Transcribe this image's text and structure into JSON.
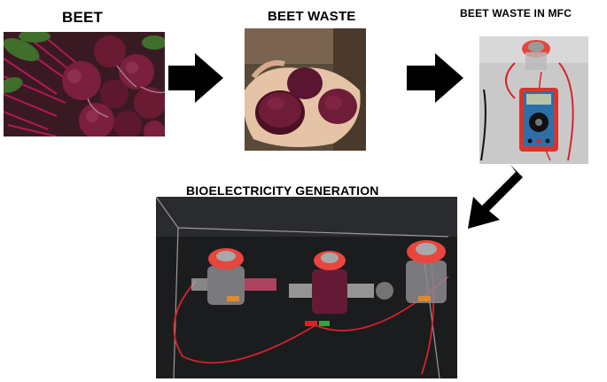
{
  "labels": {
    "beet": "BEET",
    "beet_waste": "BEET WASTE",
    "beet_waste_mfc": "BEET WASTE IN MFC",
    "bioelectricity": "BIOELECTRICITY GENERATION"
  },
  "colors": {
    "beet": "#7a1f3d",
    "beet_dark": "#4a1024",
    "stem": "#c2185b",
    "leaf": "#3f6f2a",
    "cap_red": "#e8453c",
    "wire_red": "#d8232a",
    "multimeter_red": "#d9342b",
    "multimeter_face": "#2d6fa8",
    "arrow": "#000000",
    "chamber_bg": "#1b1c1e"
  },
  "icons": {
    "arrow": "right-arrow-icon",
    "diagonal_arrow": "down-left-arrow-icon"
  }
}
